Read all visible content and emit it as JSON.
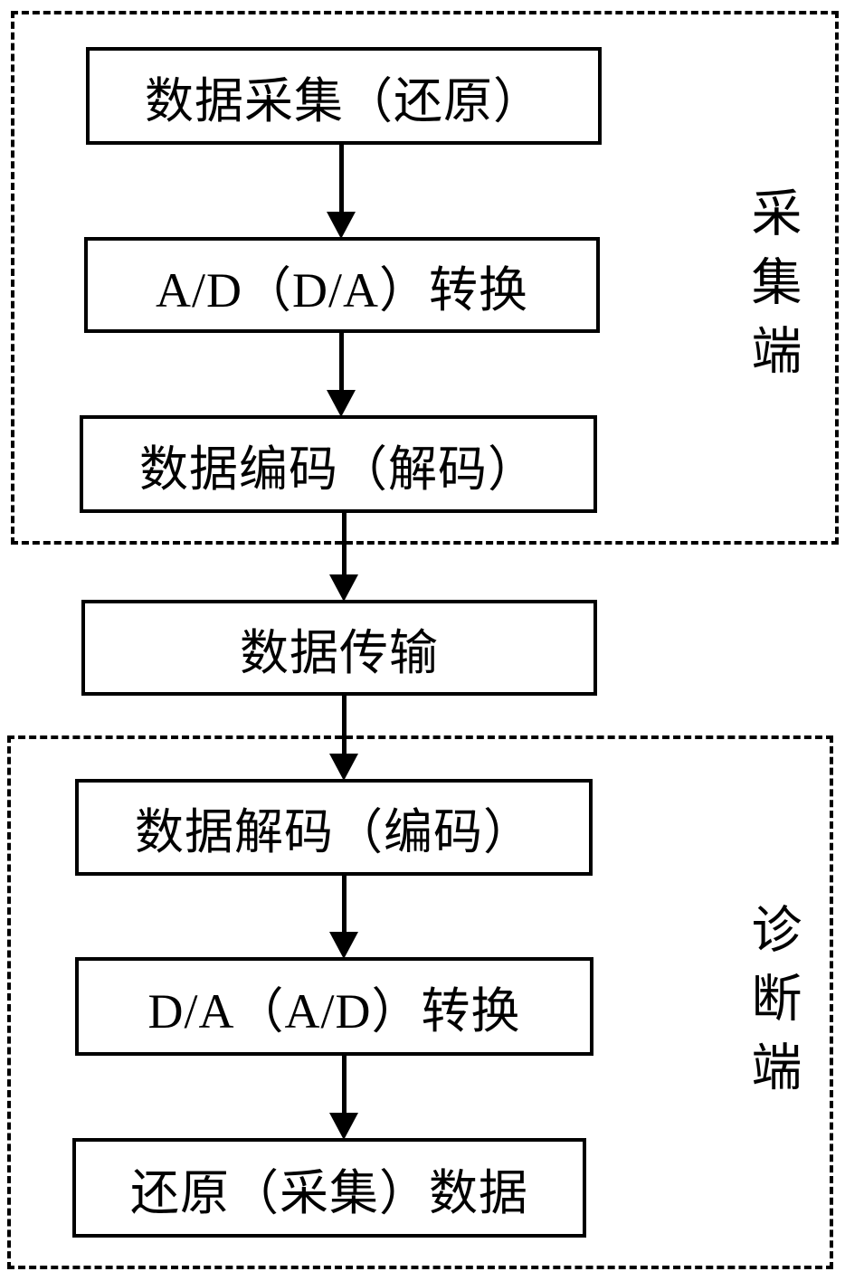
{
  "page": {
    "background_color": "#ffffff",
    "line_color": "#000000"
  },
  "flowchart": {
    "nodes": [
      {
        "id": "data-collection",
        "label": "数据采集（还原）"
      },
      {
        "id": "ad-da-conversion",
        "label": "A/D（D/A）转换"
      },
      {
        "id": "data-encoding",
        "label": "数据编码（解码）"
      },
      {
        "id": "data-transmission",
        "label": "数据传输"
      },
      {
        "id": "data-decoding",
        "label": "数据解码（编码）"
      },
      {
        "id": "da-ad-conversion",
        "label": "D/A（A/D）转换"
      },
      {
        "id": "restored-data",
        "label": "还原（采集）数据"
      }
    ],
    "edges": [
      {
        "from": "data-collection",
        "to": "ad-da-conversion",
        "direction": "down"
      },
      {
        "from": "ad-da-conversion",
        "to": "data-encoding",
        "direction": "down"
      },
      {
        "from": "data-encoding",
        "to": "data-transmission",
        "direction": "down"
      },
      {
        "from": "data-transmission",
        "to": "data-decoding",
        "direction": "down"
      },
      {
        "from": "data-decoding",
        "to": "da-ad-conversion",
        "direction": "down"
      },
      {
        "from": "da-ad-conversion",
        "to": "restored-data",
        "direction": "down"
      }
    ],
    "regions": [
      {
        "id": "collection-end",
        "label": "采集端",
        "contains": [
          "data-collection",
          "ad-da-conversion",
          "data-encoding"
        ]
      },
      {
        "id": "diagnosis-end",
        "label": "诊断端",
        "contains": [
          "data-decoding",
          "da-ad-conversion",
          "restored-data"
        ]
      }
    ]
  }
}
